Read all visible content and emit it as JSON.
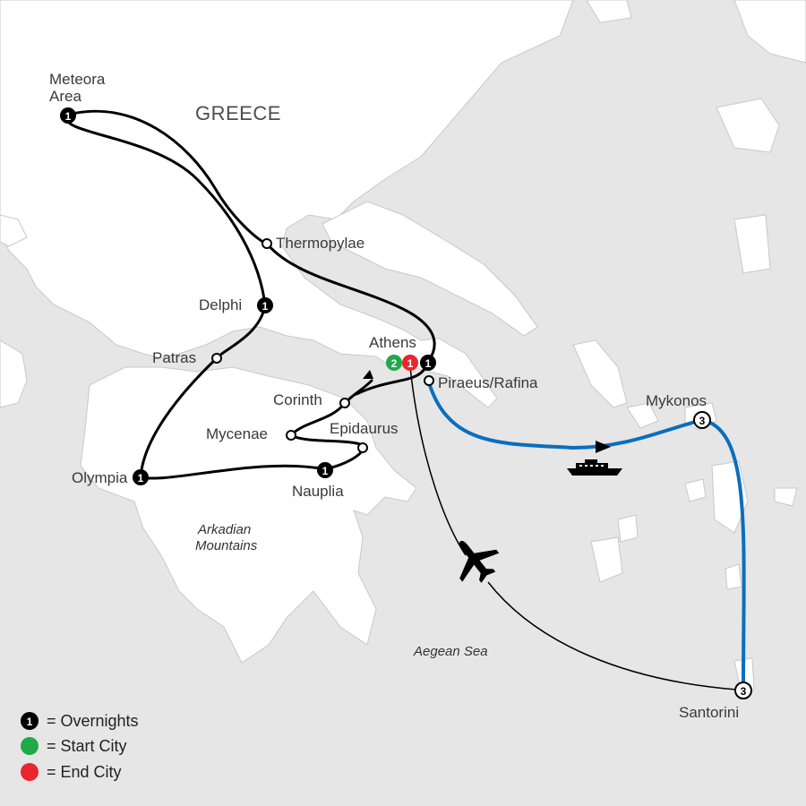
{
  "map": {
    "country_label": "GREECE",
    "regions": [
      {
        "name": "Arkadian Mountains",
        "line1": "Arkadian",
        "line2": "Mountains"
      },
      {
        "name": "Aegean Sea",
        "line1": "Aegean Sea"
      }
    ],
    "cities": [
      {
        "key": "meteora",
        "line1": "Meteora",
        "line2": "Area",
        "marker": "overnight",
        "count": "1"
      },
      {
        "key": "thermopylae",
        "label": "Thermopylae",
        "marker": "stop"
      },
      {
        "key": "delphi",
        "label": "Delphi",
        "marker": "overnight",
        "count": "1"
      },
      {
        "key": "patras",
        "label": "Patras",
        "marker": "stop"
      },
      {
        "key": "athens",
        "label": "Athens",
        "marker": "start-end",
        "start_count": "2",
        "end_count": "1",
        "overnight_count": "1"
      },
      {
        "key": "piraeus",
        "label": "Piraeus/Rafina",
        "marker": "stop"
      },
      {
        "key": "corinth",
        "label": "Corinth",
        "marker": "stop"
      },
      {
        "key": "mycenae",
        "label": "Mycenae",
        "marker": "stop"
      },
      {
        "key": "epidaurus",
        "label": "Epidaurus",
        "marker": "stop"
      },
      {
        "key": "olympia",
        "label": "Olympia",
        "marker": "overnight",
        "count": "1"
      },
      {
        "key": "nauplia",
        "label": "Nauplia",
        "marker": "overnight",
        "count": "1"
      },
      {
        "key": "mykonos",
        "label": "Mykonos",
        "marker": "overnight",
        "count": "3"
      },
      {
        "key": "santorini",
        "label": "Santorini",
        "marker": "overnight",
        "count": "3"
      }
    ],
    "routes": [
      {
        "name": "land-tour",
        "mode": "coach",
        "color": "#000000"
      },
      {
        "name": "ferry-route",
        "mode": "ferry",
        "color": "#0a6ebd"
      },
      {
        "name": "flight-route",
        "mode": "flight",
        "color": "#000000"
      }
    ],
    "icons": [
      "ship-icon",
      "airplane-icon"
    ],
    "colors": {
      "land": "#ffffff",
      "sea": "#e6e6e6",
      "overnight_marker": "#000000",
      "start_marker": "#1faa4a",
      "end_marker": "#e8262c",
      "ferry_line": "#0a6ebd"
    }
  },
  "legend": {
    "items": [
      {
        "symbol": "1",
        "color": "#000000",
        "text": "= Overnights"
      },
      {
        "symbol": "",
        "color": "#1faa4a",
        "text": "= Start City"
      },
      {
        "symbol": "",
        "color": "#e8262c",
        "text": "= End City"
      }
    ]
  }
}
